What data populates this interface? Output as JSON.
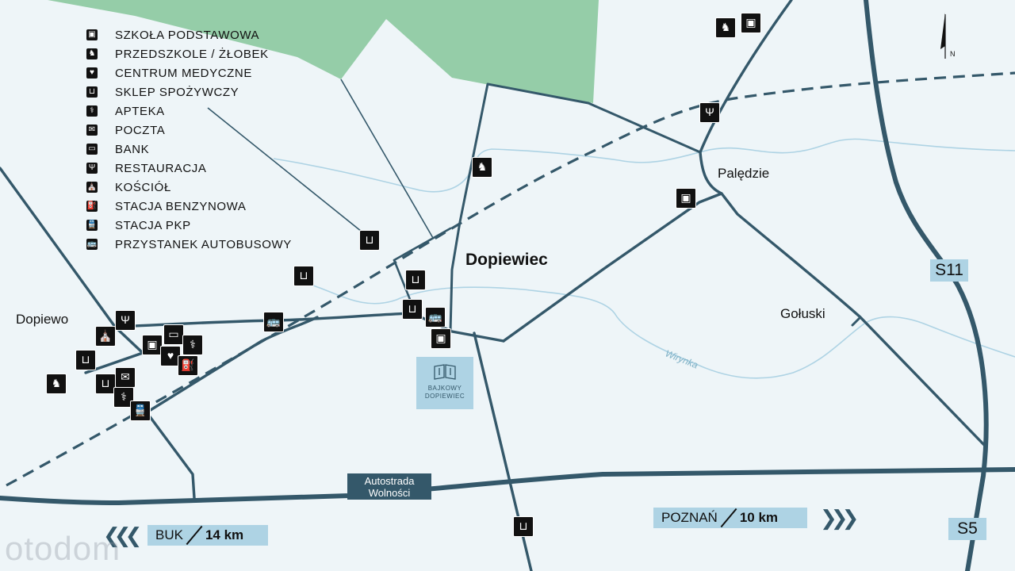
{
  "legend": {
    "items": [
      {
        "icon": "school-icon",
        "glyph": "▣",
        "label": "SZKOŁA PODSTAWOWA"
      },
      {
        "icon": "rocking-horse-icon",
        "glyph": "♞",
        "label": "PRZEDSZKOLE / ŻŁOBEK"
      },
      {
        "icon": "heart-pulse-icon",
        "glyph": "♥",
        "label": "CENTRUM MEDYCZNE"
      },
      {
        "icon": "basket-icon",
        "glyph": "⊔",
        "label": "SKLEP SPOŻYWCZY"
      },
      {
        "icon": "pharmacy-icon",
        "glyph": "⚕",
        "label": "APTEKA"
      },
      {
        "icon": "envelope-icon",
        "glyph": "✉",
        "label": "POCZTA"
      },
      {
        "icon": "bank-card-icon",
        "glyph": "▭",
        "label": "BANK"
      },
      {
        "icon": "fork-knife-icon",
        "glyph": "Ψ",
        "label": "RESTAURACJA"
      },
      {
        "icon": "church-icon",
        "glyph": "⛪",
        "label": "KOŚCIÓŁ"
      },
      {
        "icon": "fuel-pump-icon",
        "glyph": "⛽",
        "label": "STACJA BENZYNOWA"
      },
      {
        "icon": "train-icon",
        "glyph": "🚆",
        "label": "STACJA PKP"
      },
      {
        "icon": "bus-icon",
        "glyph": "🚌",
        "label": "PRZYSTANEK AUTOBUSOWY"
      }
    ]
  },
  "places": {
    "dopiewo": "Dopiewo",
    "dopiewiec": "Dopiewiec",
    "paledzie": "Palędzie",
    "goluski": "Gołuski"
  },
  "river": "Wirynka",
  "road": {
    "line1": "Autostrada",
    "line2": "Wolności"
  },
  "shields": {
    "s11": "S11",
    "s5": "S5"
  },
  "distances": {
    "buk": {
      "name": "BUK",
      "km": "14 km"
    },
    "poznan": {
      "name": "POZNAŃ",
      "km": "10 km"
    }
  },
  "brand": {
    "line1": "BAJKOWY",
    "line2": "DOPIEWIEC",
    "icon": "open-book-icon"
  },
  "north": "N",
  "watermark": "otodom",
  "colors": {
    "background": "#eef5f8",
    "forest": "#95cda8",
    "road": "#34586a",
    "river": "#aed3e4",
    "label_box": "#aed3e4"
  }
}
